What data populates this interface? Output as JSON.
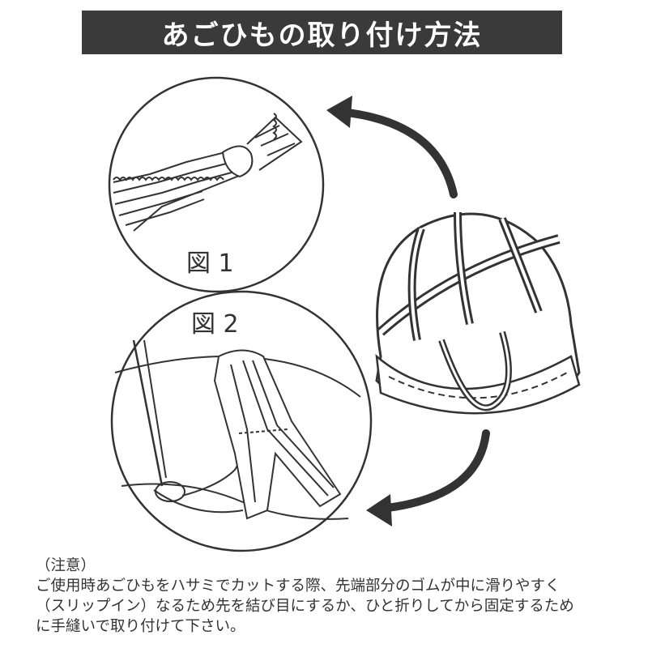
{
  "title": "あごひもの取り付け方法",
  "figures": {
    "fig1_label": "図 1",
    "fig2_label": "図 2"
  },
  "notes": {
    "heading": "（注意）",
    "lines": [
      "ご使用時あごひもをハサミでカットする際、先端部分のゴムが中に滑りやすく",
      "（スリップイン）なるため先を結び目にするか、ひと折りしてから固定するため",
      "に手縫いで取り付けて下さい。"
    ]
  },
  "colors": {
    "banner_bg": "#3a3a3a",
    "banner_text": "#ffffff",
    "line_art": "#333333"
  }
}
